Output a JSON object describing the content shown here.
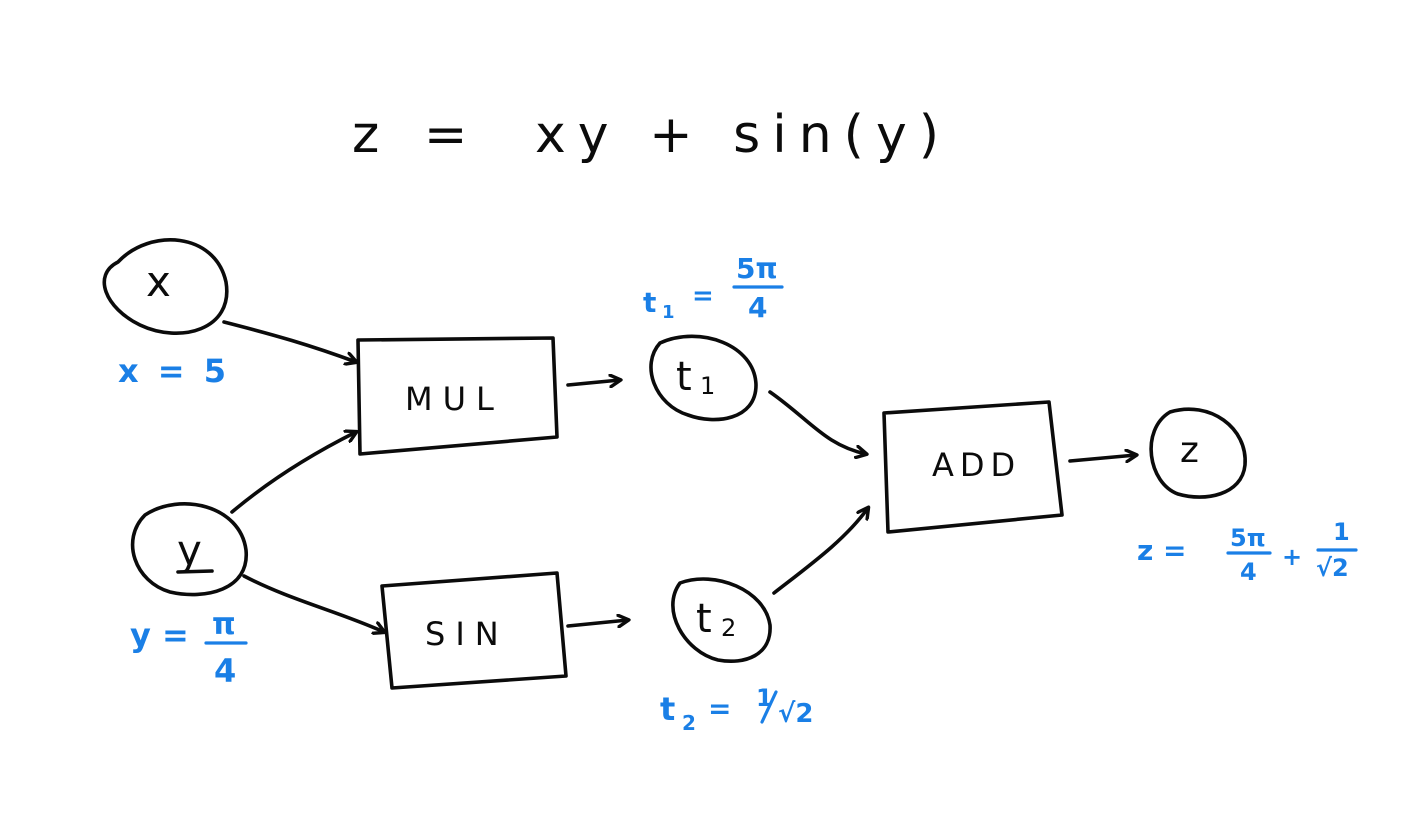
{
  "equation": {
    "lhs": "z =",
    "rhs": "xy + sin(y)"
  },
  "nodes": {
    "x": {
      "label": "x",
      "value": "x = 5"
    },
    "y": {
      "label": "y",
      "value_lhs": "y =",
      "value_num": "π",
      "value_den": "4"
    },
    "mul": {
      "label": "MUL"
    },
    "sin": {
      "label": "SIN"
    },
    "t1": {
      "label": "t",
      "sub": "1",
      "value_lhs": "t",
      "value_sub": "1",
      "value_eq": "=",
      "value_num": "5π",
      "value_den": "4"
    },
    "t2": {
      "label": "t",
      "sub": "2",
      "value_lhs": "t",
      "value_sub": "2",
      "value_eq": "=",
      "value_num": "1",
      "value_den": "√2"
    },
    "add": {
      "label": "ADD"
    },
    "z": {
      "label": "z",
      "value_lhs": "z =",
      "term1_num": "5π",
      "term1_den": "4",
      "plus": "+",
      "term2_num": "1",
      "term2_den": "√2"
    }
  },
  "colors": {
    "ink": "#0b0b0b",
    "annotation": "#1a7fe6",
    "background": "#ffffff"
  }
}
